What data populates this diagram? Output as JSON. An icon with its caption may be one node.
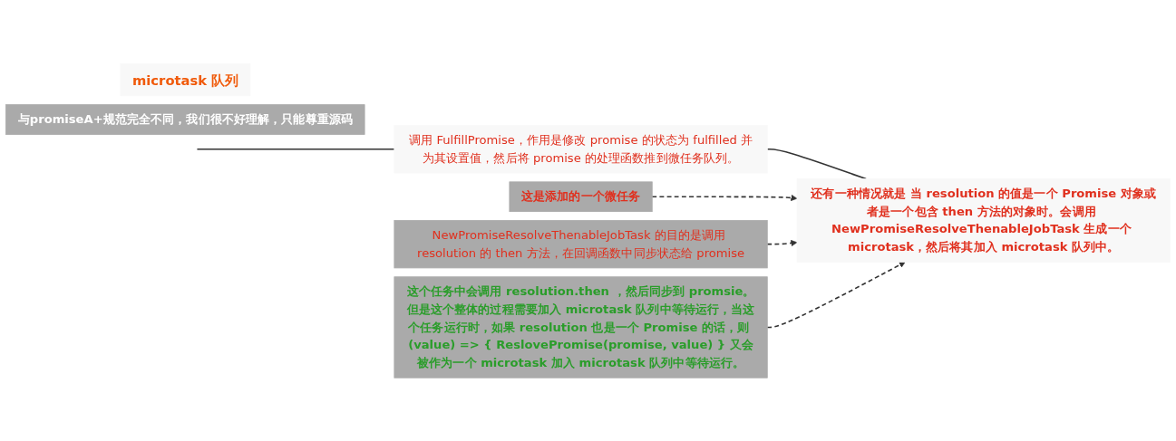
{
  "diagram": {
    "nodes": [
      {
        "text": [
          "microtask 队列"
        ]
      },
      {
        "text": [
          "这是添加的一个微任务"
        ]
      },
      {
        "text": [
          "NewPromiseResolveThenableJobTask 的目的是调用 resolution 的 then 方法，在回调函数中同步状态给 promise"
        ]
      },
      {
        "text": [
          "与promiseA+规范完全不同，我们很不好理解，只能尊重源码"
        ]
      },
      {
        "text": [
          "调用 FulfillPromise，作用是修改 promise 的状态为 fulfilled 并为其设置值，然后将 promise 的处理函数推到微任务队列。"
        ]
      },
      {
        "text": [
          "还有一种情况就是 当 resolution 的值是一个 Promise 对象或者是一个包含 then 方法的对象时。会调用 NewPromiseResolveThenableJobTask 生成一个 microtask，然后将其加入 microtask 队列中。"
        ]
      },
      {
        "text": [
          "这个任务中会调用 resolution.then ，然后同步到 promsie。但是这个整体的过程需要加入 microtask 队列中等待运行，当这个任务运行时，如果 resolution 也是一个 Promise 的话，则 (value) => { ReslovePromise(promise, value) } 又会被作为一个 microtask 加入 microtask 队列中等待运行。"
        ]
      }
    ],
    "edges": [
      {
        "from": null,
        "to": 4,
        "arrow": "none"
      },
      {
        "from": 4,
        "to": 5,
        "arrow": "none"
      },
      {
        "from": 1,
        "to": 5,
        "arrow": "to",
        "style": "dashed"
      },
      {
        "from": 2,
        "to": 5,
        "arrow": "to",
        "style": "dashed"
      },
      {
        "from": 6,
        "to": 5,
        "arrow": "to",
        "style": "dashed"
      }
    ]
  }
}
